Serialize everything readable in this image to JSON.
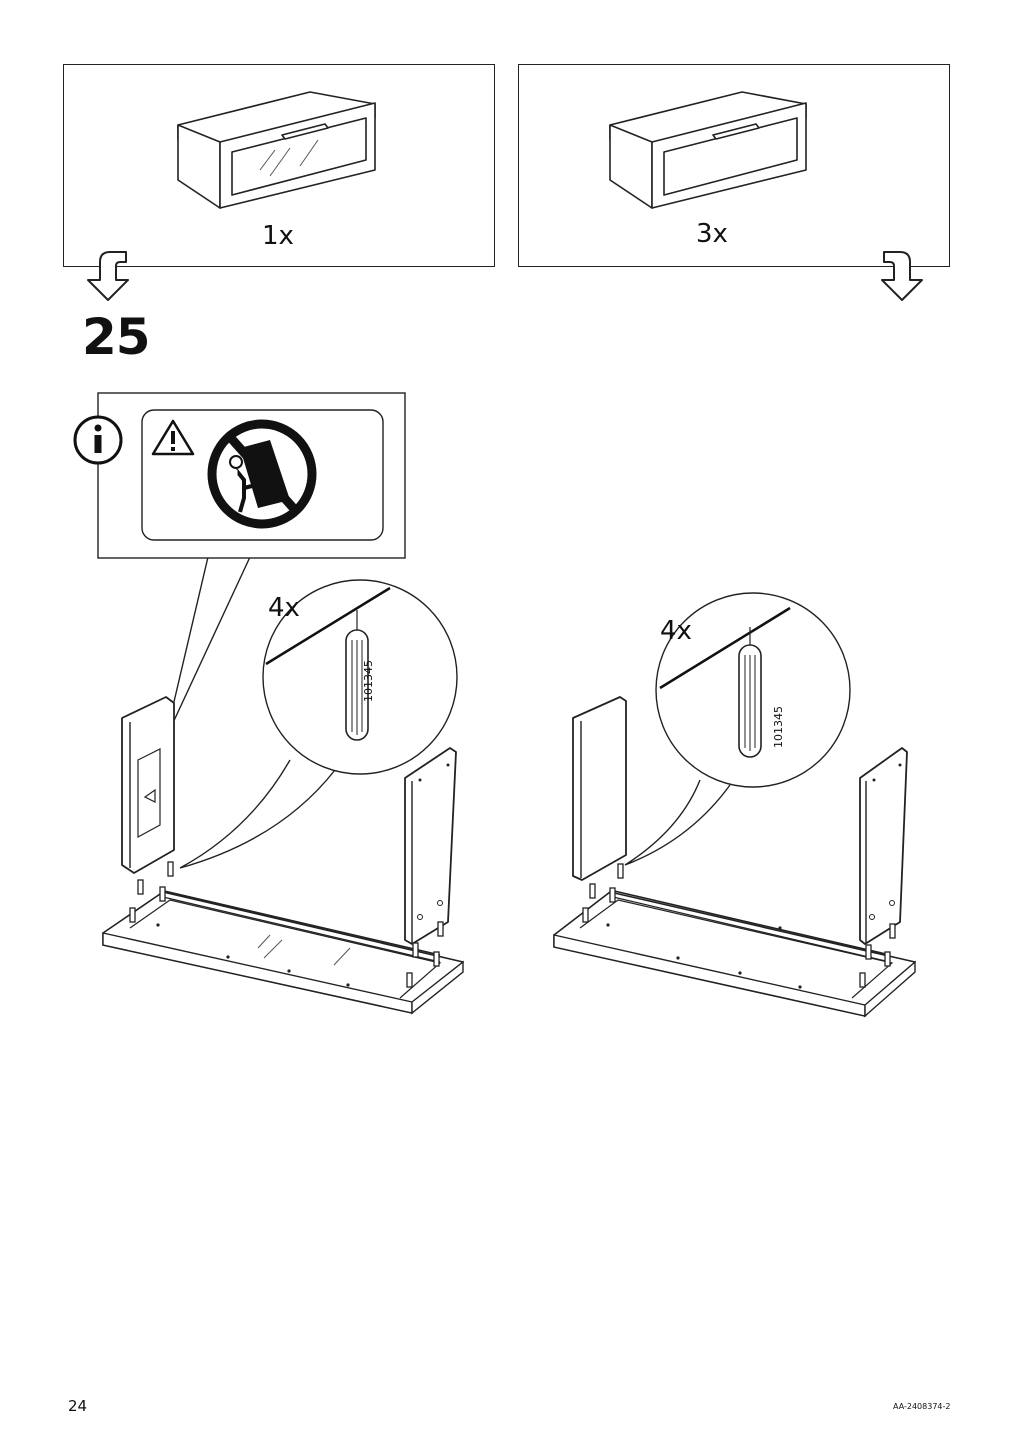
{
  "header": {
    "panels": [
      {
        "quantity": "1x",
        "item": "drawer-with-glass-front"
      },
      {
        "quantity": "3x",
        "item": "drawer-with-panel-front"
      }
    ]
  },
  "step": {
    "number": "25"
  },
  "info": {
    "icon": "info-icon",
    "warning_icon": "warning-triangle-icon",
    "prohibition_icon": "no-single-person-lift-icon"
  },
  "left_assembly": {
    "quantity": "4x",
    "part_number": "101345"
  },
  "right_assembly": {
    "quantity": "4x",
    "part_number": "101345"
  },
  "footer": {
    "page_number": "24",
    "doc_code": "AA-2408374-2"
  }
}
